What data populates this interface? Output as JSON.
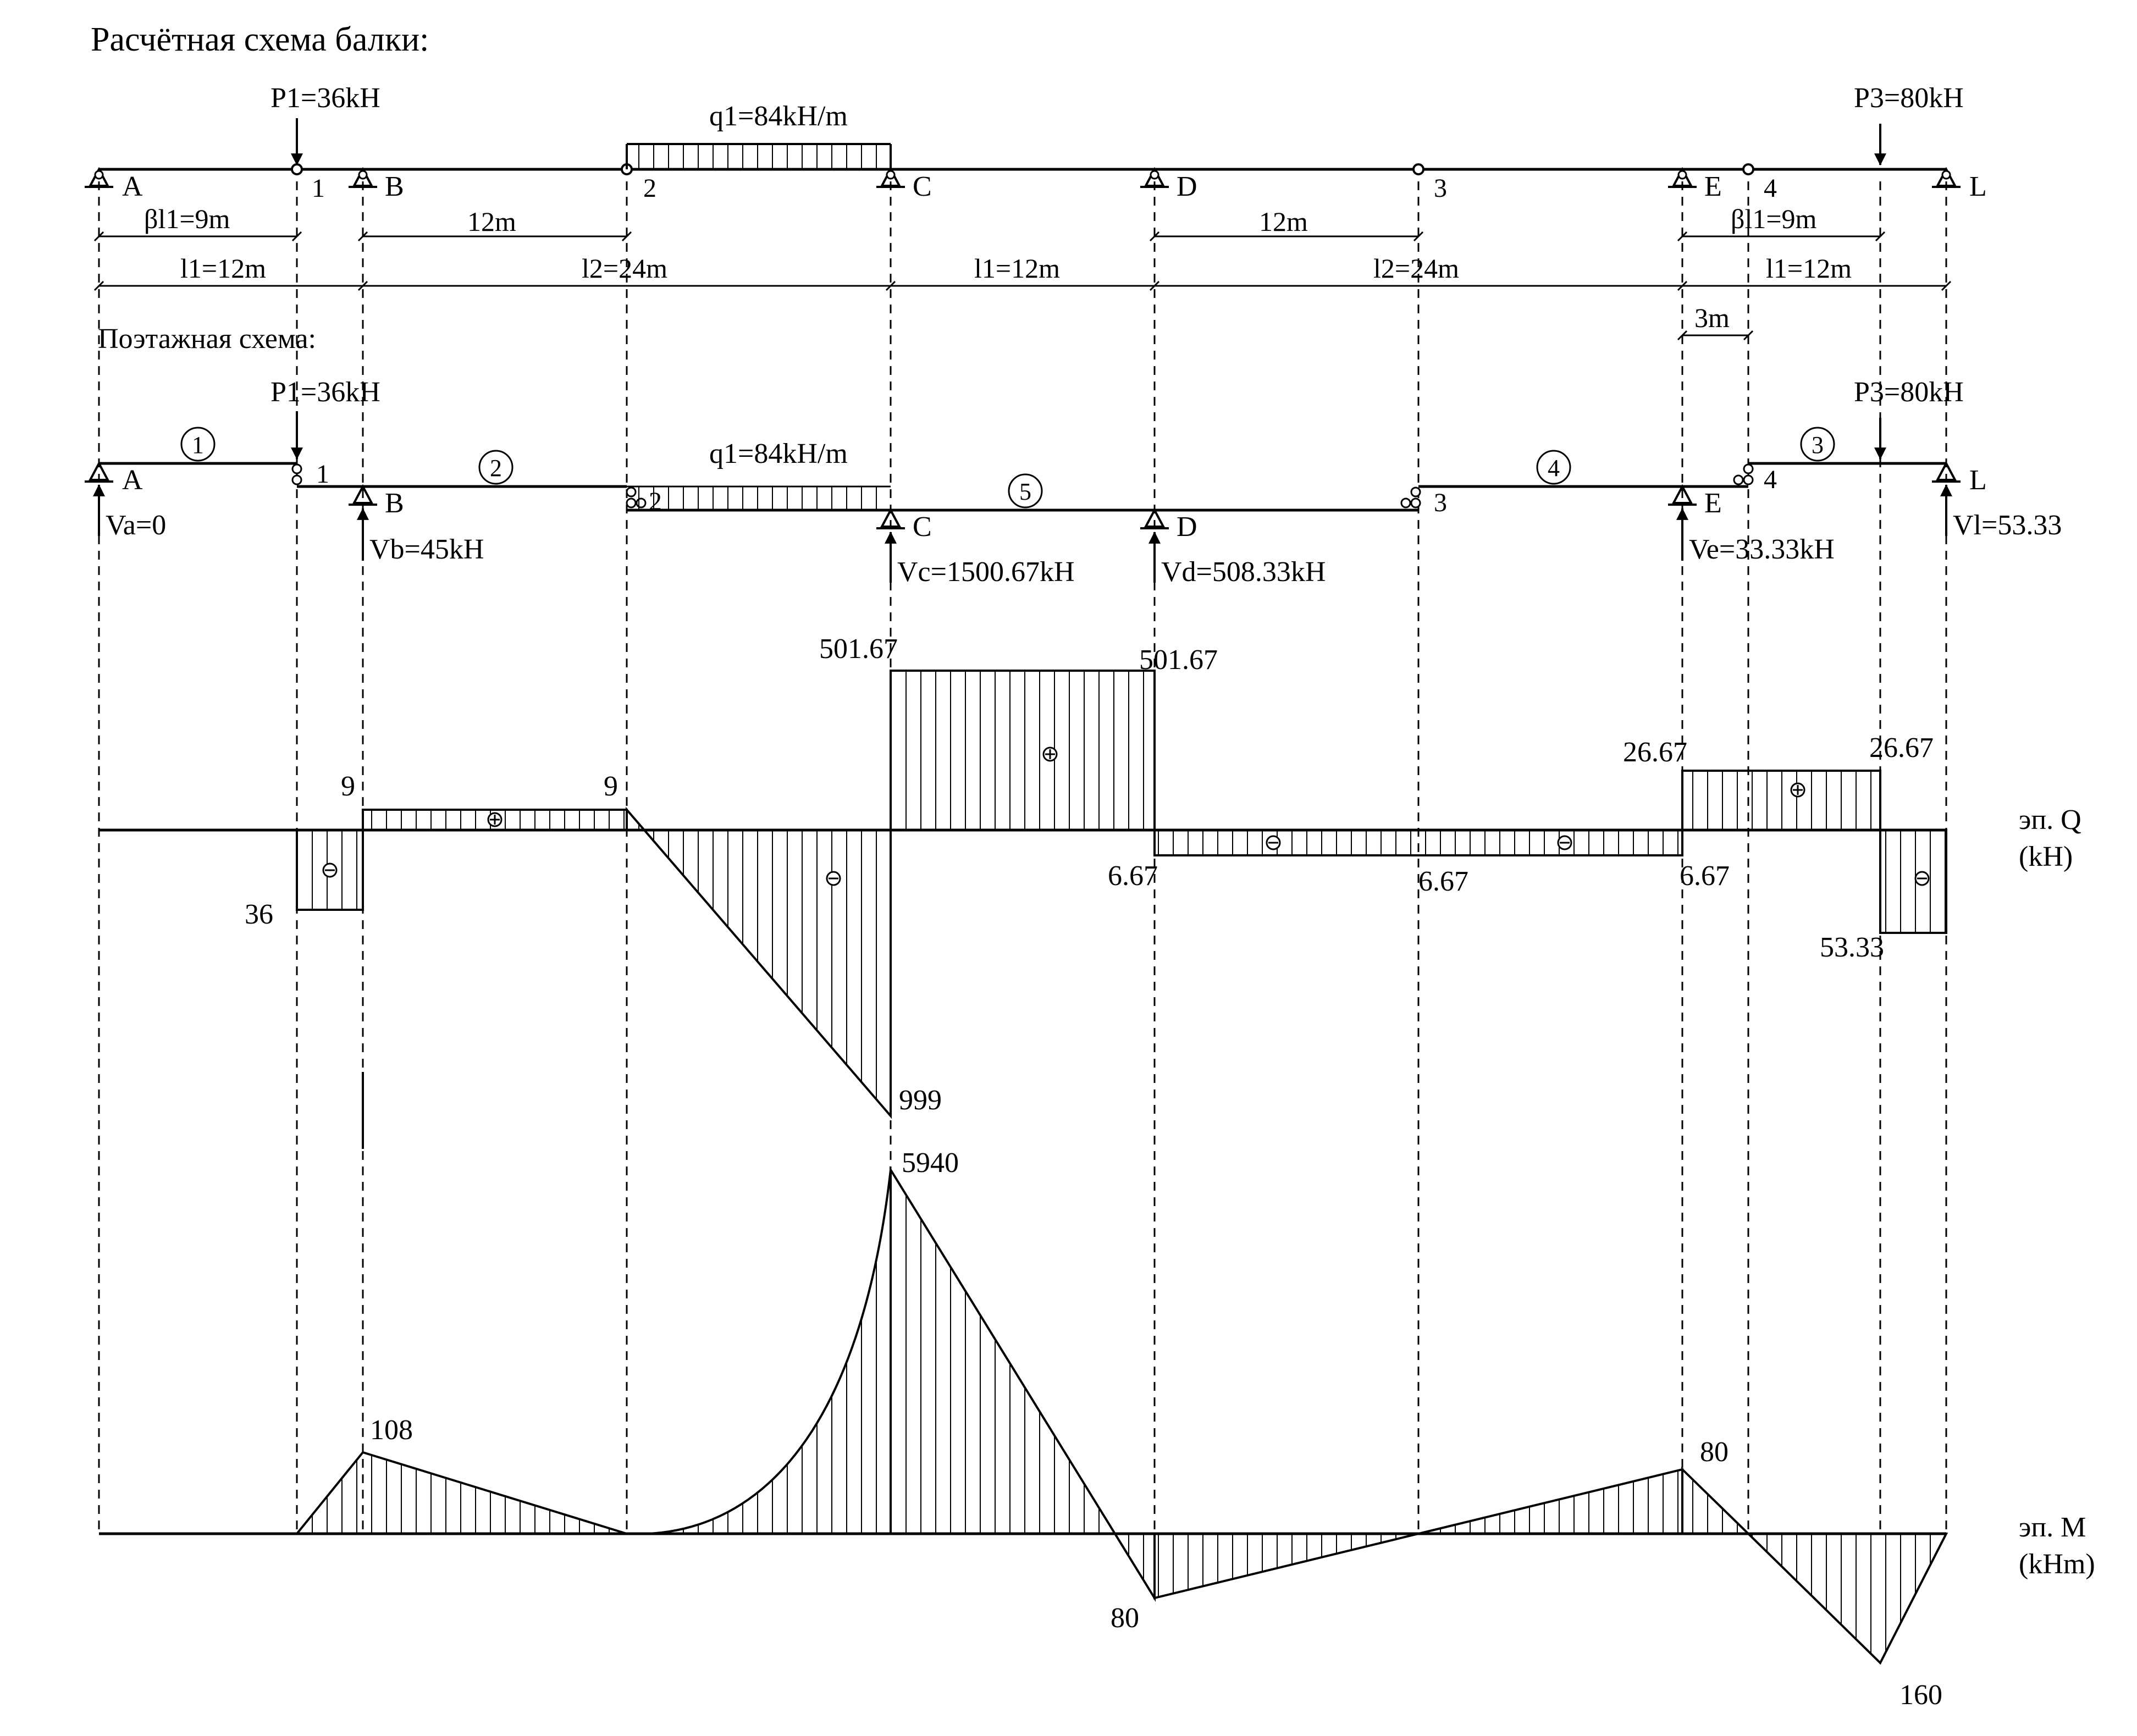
{
  "title": "Расчётная схема балки:",
  "subtitle": "Поэтажная схема:",
  "colors": {
    "ink": "#000000",
    "background": "#ffffff"
  },
  "top": {
    "supports": [
      "A",
      "B",
      "C",
      "D",
      "E",
      "L"
    ],
    "hinges": [
      "1",
      "2",
      "3",
      "4"
    ],
    "p1": "P1=36kH",
    "q1": "q1=84kH/m",
    "p3": "P3=80kH",
    "dims": {
      "bl1_left": "βl1=9m",
      "span_12_left": "12m",
      "span_12_right": "12m",
      "bl1_right": "βl1=9m",
      "l1_a": "l1=12m",
      "l2_a": "l2=24m",
      "l1_b": "l1=12m",
      "l2_b": "l2=24m",
      "l1_c": "l1=12m",
      "three_m": "3m"
    }
  },
  "floor": {
    "beam_numbers": [
      "1",
      "2",
      "3",
      "4",
      "5"
    ],
    "p1": "P1=36kH",
    "q1": "q1=84kH/m",
    "p3": "P3=80kH",
    "reactions": {
      "va": "Va=0",
      "vb": "Vb=45kH",
      "vc": "Vc=1500.67kH",
      "vd": "Vd=508.33kH",
      "ve": "Ve=33.33kH",
      "vl": "Vl=53.33"
    }
  },
  "q_diagram": {
    "label": "эп. Q",
    "unit": "(kH)",
    "values": [
      "36",
      "9",
      "9",
      "999",
      "501.67",
      "501.67",
      "6.67",
      "6.67",
      "6.67",
      "26.67",
      "26.67",
      "53.33"
    ]
  },
  "m_diagram": {
    "label": "эп. M",
    "unit": "(kHm)",
    "values": [
      "108",
      "5940",
      "80",
      "80",
      "160"
    ]
  }
}
